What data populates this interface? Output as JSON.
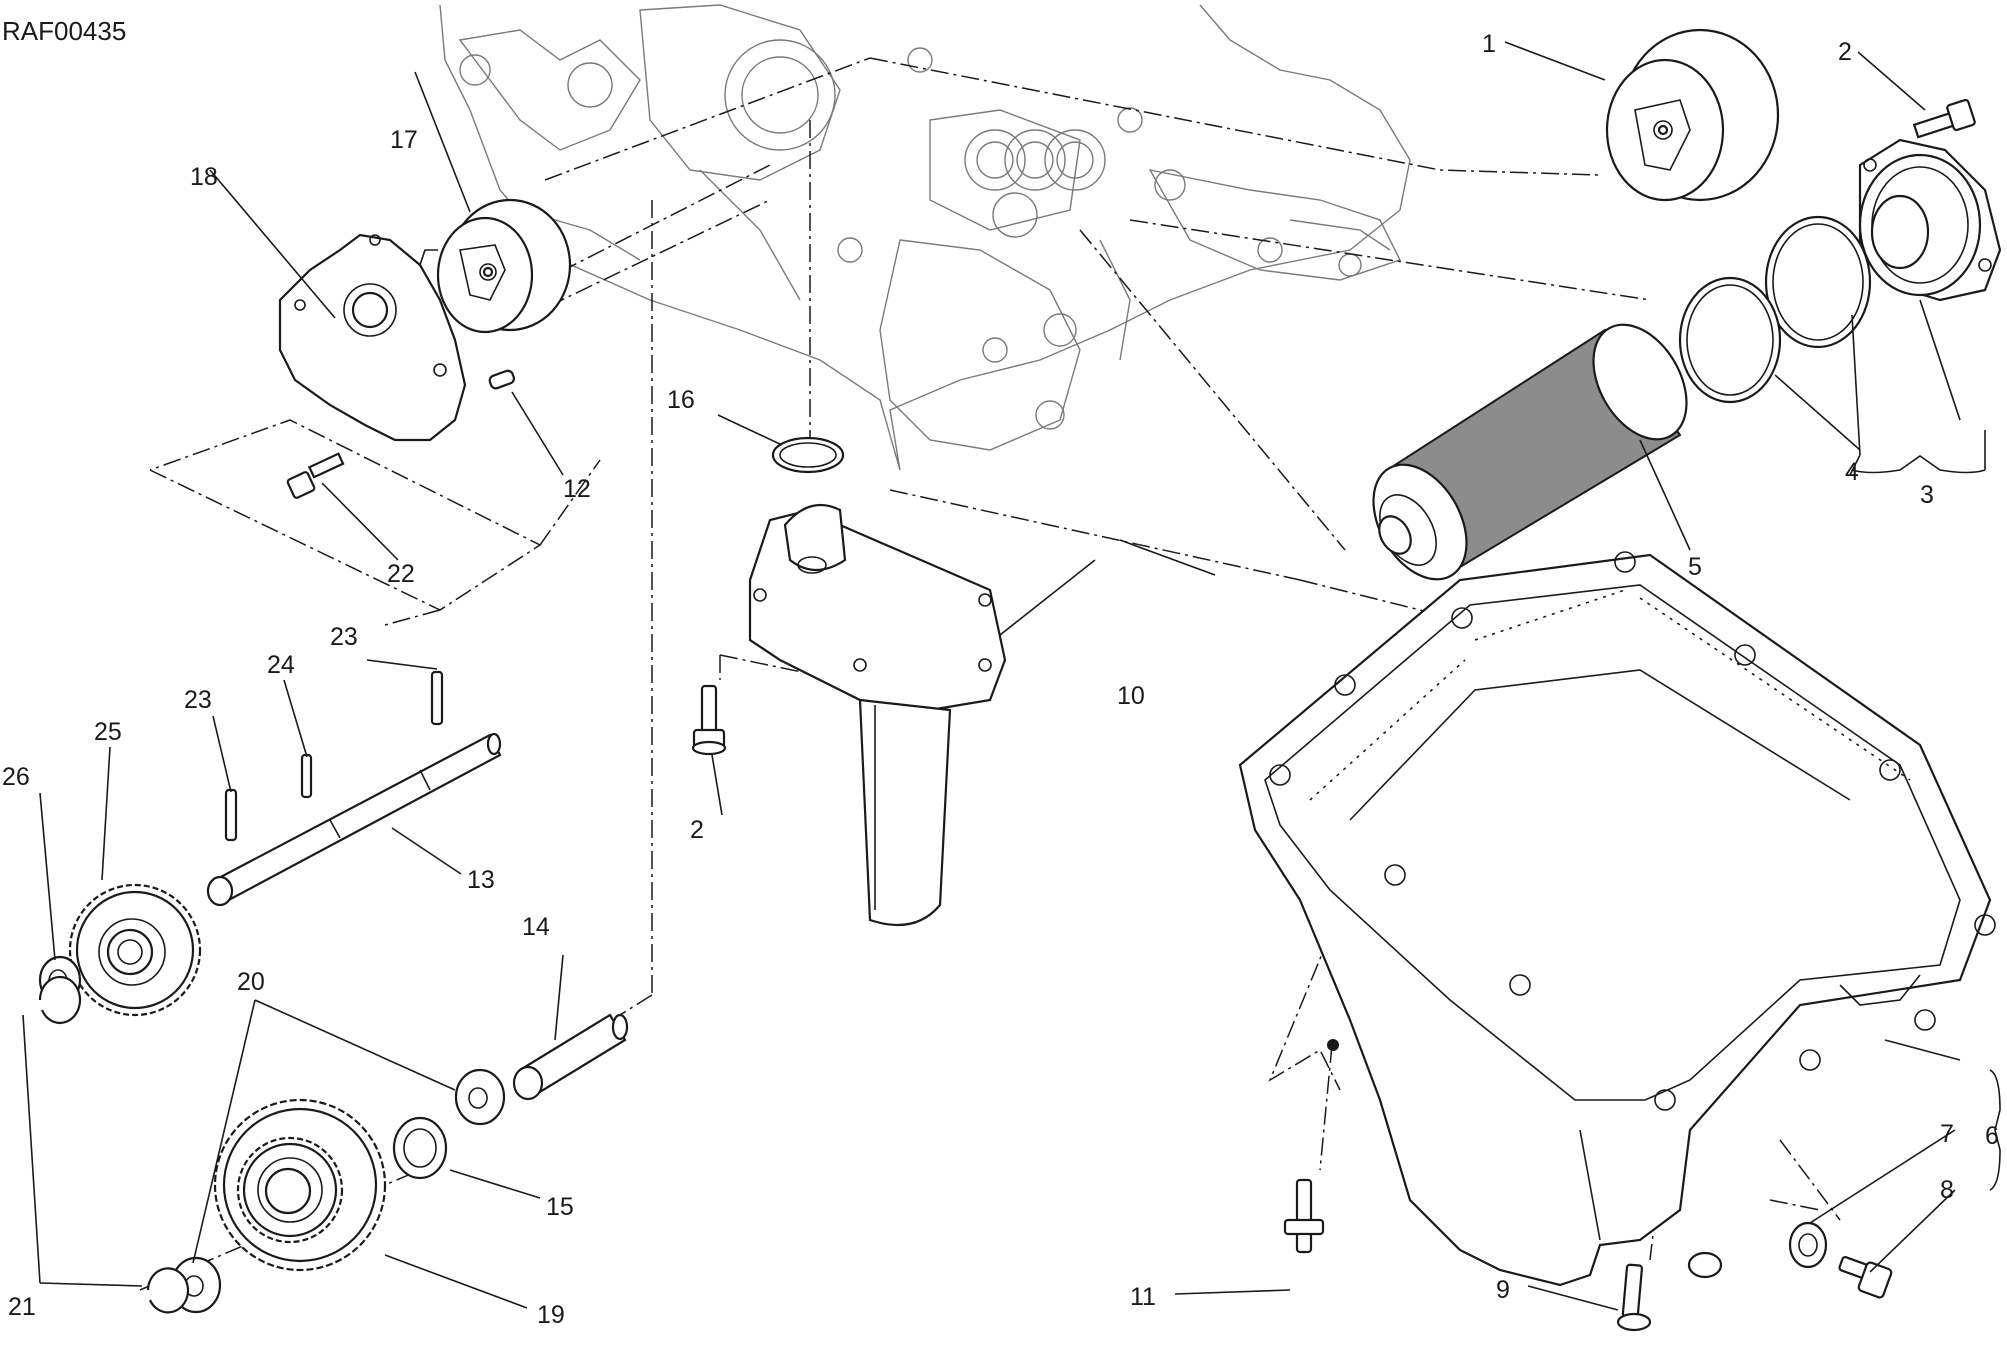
{
  "drawing_code": "RAF00435",
  "callouts": [
    {
      "id": "c1",
      "text": "1"
    },
    {
      "id": "c2a",
      "text": "2"
    },
    {
      "id": "c2b",
      "text": "2"
    },
    {
      "id": "c3",
      "text": "3"
    },
    {
      "id": "c4",
      "text": "4"
    },
    {
      "id": "c5",
      "text": "5"
    },
    {
      "id": "c6",
      "text": "6"
    },
    {
      "id": "c7",
      "text": "7"
    },
    {
      "id": "c8",
      "text": "8"
    },
    {
      "id": "c9",
      "text": "9"
    },
    {
      "id": "c10",
      "text": "10"
    },
    {
      "id": "c11",
      "text": "11"
    },
    {
      "id": "c12",
      "text": "12"
    },
    {
      "id": "c13",
      "text": "13"
    },
    {
      "id": "c14",
      "text": "14"
    },
    {
      "id": "c15",
      "text": "15"
    },
    {
      "id": "c16",
      "text": "16"
    },
    {
      "id": "c17",
      "text": "17"
    },
    {
      "id": "c18",
      "text": "18"
    },
    {
      "id": "c19",
      "text": "19"
    },
    {
      "id": "c20",
      "text": "20"
    },
    {
      "id": "c21",
      "text": "21"
    },
    {
      "id": "c22",
      "text": "22"
    },
    {
      "id": "c23a",
      "text": "23"
    },
    {
      "id": "c23b",
      "text": "23"
    },
    {
      "id": "c24",
      "text": "24"
    },
    {
      "id": "c25",
      "text": "25"
    },
    {
      "id": "c26",
      "text": "26"
    }
  ]
}
